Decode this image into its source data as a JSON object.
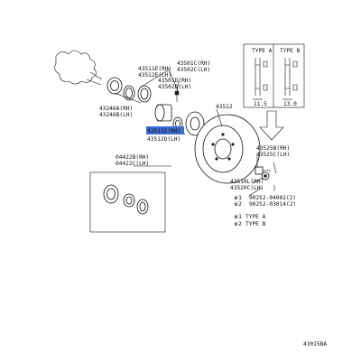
{
  "labels": {
    "p43511E_43512E": "43511E(RH)\n43512E(LH)",
    "p43501C_43502C": "43501C(RH)\n43502C(LH)",
    "p43501D_43502D": "43501D(RH)\n43502D(LH)",
    "p43246A_43246B": "43246A(RH)\n43246B(LH)",
    "p43511E_sel": "43511E(RH)",
    "p43512D": "43512D(LH)",
    "p43512": "43512",
    "p04422B_04422C": "04422B(RH)\n04422C(LH)",
    "p43525B_43525C": "43525B(RH)\n43525C(LH)",
    "p43510L_43520C": "43510L(RH)\n43520C(LH)",
    "p90252_04002": "90252-04002(2)",
    "p90252_03014": "90252-03014(2)"
  },
  "type_box": {
    "type_a": "TYPE A",
    "type_b": "TYPE B",
    "dim_a": "11.5",
    "dim_b": "13.0"
  },
  "legend": {
    "mark1": "※1",
    "mark2": "※2",
    "type_a": "TYPE A",
    "type_b": "TYPE B"
  },
  "marks": {
    "m1a": "※1",
    "m2a": "※2"
  },
  "footer_code": "43015BA",
  "colors": {
    "highlight": "#3b6fd6",
    "ink": "#111111"
  }
}
